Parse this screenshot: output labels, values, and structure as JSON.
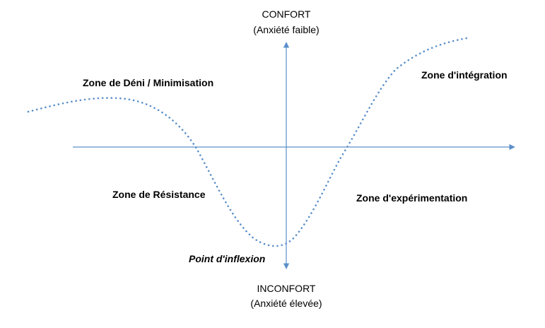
{
  "axes": {
    "top_label": "CONFORT",
    "top_sublabel": "(Anxiété faible)",
    "bottom_label": "INCONFORT",
    "bottom_sublabel": "(Anxiété élevée)",
    "color": "#5b8fc9"
  },
  "zones": {
    "denial": "Zone de Déni / Minimisation",
    "resistance": "Zone de Résistance",
    "inflexion": "Point d'inflexion",
    "experimentation": "Zone d'expérimentation",
    "integration": "Zone d'intégration"
  },
  "curve": {
    "style": "dotted",
    "color": "#5b8fc9"
  }
}
